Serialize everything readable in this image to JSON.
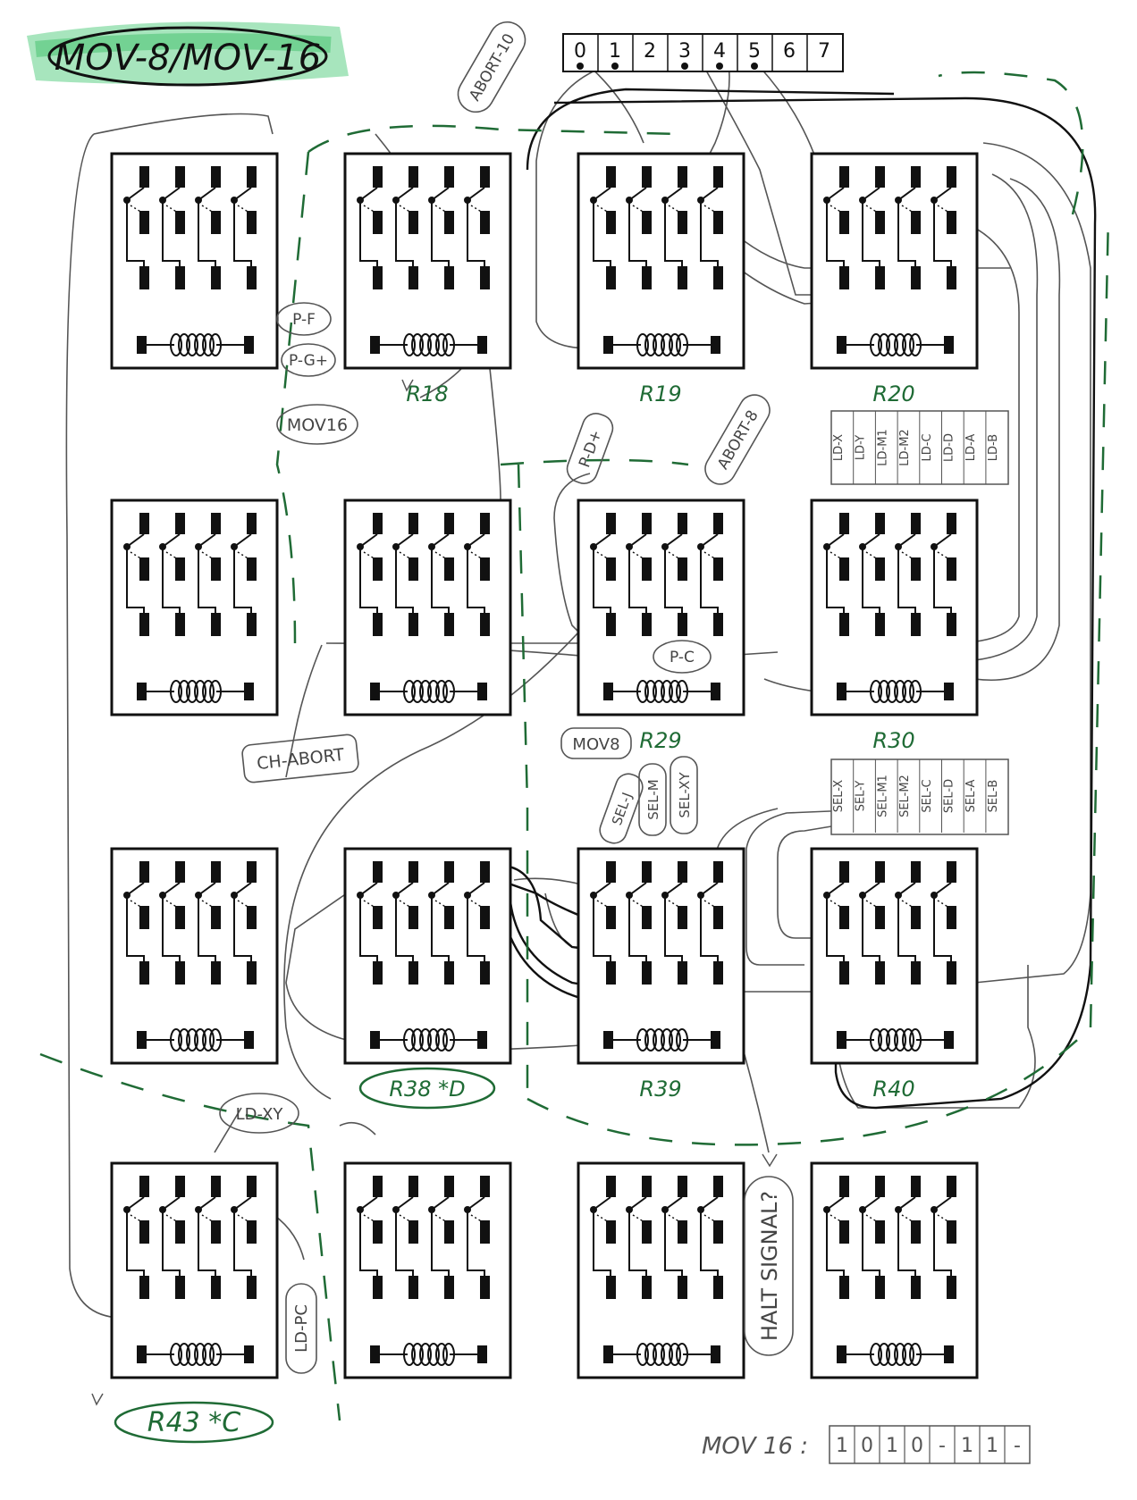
{
  "title": "MOV-8/MOV-16",
  "bus_bits": [
    "0",
    "1",
    "2",
    "3",
    "4",
    "5",
    "6",
    "7"
  ],
  "relays": [
    {
      "label": ""
    },
    {
      "label": "R18"
    },
    {
      "label": "R19"
    },
    {
      "label": "R20"
    },
    {
      "label": ""
    },
    {
      "label": ""
    },
    {
      "label": "R29"
    },
    {
      "label": "R30"
    },
    {
      "label": ""
    },
    {
      "label": "R38 *D"
    },
    {
      "label": "R39"
    },
    {
      "label": "R40"
    },
    {
      "label": "R43 *C"
    },
    {
      "label": ""
    },
    {
      "label": ""
    },
    {
      "label": ""
    }
  ],
  "signal_tags": {
    "abort_10": "ABORT-10",
    "p_f": "P-F",
    "p_g": "P-G+",
    "mov16": "MOV16",
    "p_d": "P-D+",
    "abort_8": "ABORT-8",
    "p_c": "P-C",
    "ch_abort": "CH-ABORT",
    "mov8": "MOV8",
    "sel_j": "SEL-J",
    "sel_m": "SEL-M",
    "sel_xy": "SEL-XY",
    "ld_xy": "LD-XY",
    "ld_pc": "LD-PC",
    "halt": "HALT SIGNAL?"
  },
  "ld_bus": [
    "LD-X",
    "LD-Y",
    "LD-M1",
    "LD-M2",
    "LD-C",
    "LD-D",
    "LD-A",
    "LD-B"
  ],
  "sel_bus": [
    "SEL-X",
    "SEL-Y",
    "SEL-M1",
    "SEL-M2",
    "SEL-C",
    "SEL-D",
    "SEL-A",
    "SEL-B"
  ],
  "mov16_code": {
    "label": "MOV 16 :",
    "bits": [
      "1",
      "0",
      "1",
      "0",
      "-",
      "1",
      "1",
      "-"
    ]
  },
  "colors": {
    "ink": "#111111",
    "pencil": "#555555",
    "green": "#1f6b35",
    "highlight": "#3fbf6a"
  }
}
